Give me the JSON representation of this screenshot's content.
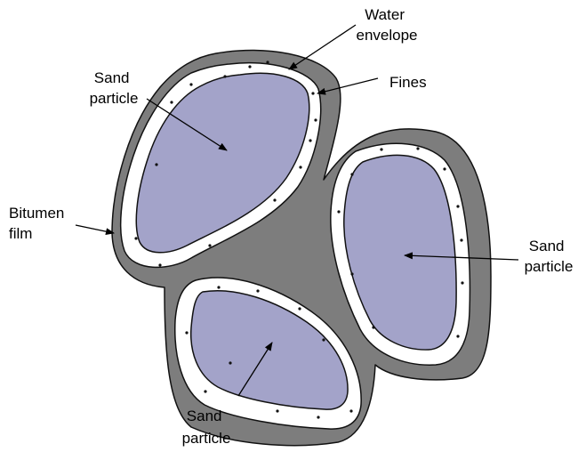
{
  "labels": {
    "water_envelope": [
      "Water",
      "envelope"
    ],
    "fines": "Fines",
    "sand_top_left": [
      "Sand",
      "particle"
    ],
    "bitumen_film": [
      "Bitumen",
      "film"
    ],
    "sand_right": [
      "Sand",
      "particle"
    ],
    "sand_bottom": [
      "Sand",
      "particle"
    ]
  },
  "colors": {
    "bitumen": "#7d7d7d",
    "water": "#ffffff",
    "sand": "#a3a3c9",
    "outline": "#111111"
  }
}
